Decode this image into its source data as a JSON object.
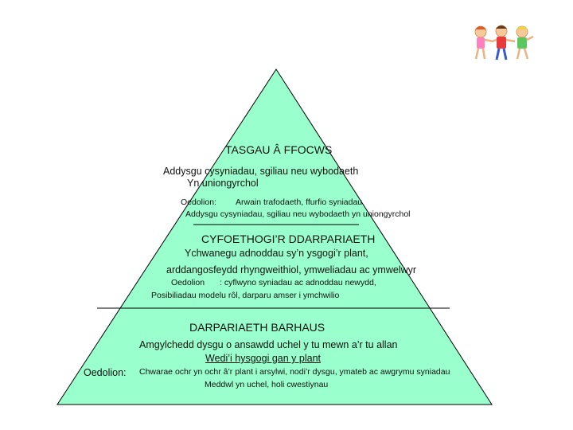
{
  "pyramid": {
    "fill_color": "#99ffcc",
    "stroke_color": "#000000",
    "top_tier": {
      "title": "TASGAU Â FFOCWS",
      "line1": "Addysgu cysyniadau, sgiliau neu wybodaeth",
      "line2": "Yn uniongyrchol",
      "adult_label": "Oedolion:",
      "adult_text1": "Arwain trafodaeth, ffurfio syniadau",
      "adult_text2": "Addysgu cysyniadau, sgiliau neu wybodaeth yn uniongyrchol"
    },
    "middle_tier": {
      "title": "CYFOETHOGI’R DDARPARIAETH",
      "line1": "Ychwanegu adnoddau sy’n ysgogi’r plant,",
      "line2": "arddangosfeydd rhyngweithiol, ymweliadau ac ymwelwyr",
      "adult_label": "Oedolion",
      "adult_text1": ": cyflwyno syniadau ac adnoddau newydd,",
      "adult_text2": "Posibiliadau modelu rôl, darparu amser i ymchwilio"
    },
    "bottom_tier": {
      "title": "DARPARIAETH BARHAUS",
      "line1": "Amgylchedd dysgu o ansawdd uchel y tu mewn a’r tu allan",
      "line2": "Wedi’i hysgogi gan y plant",
      "adult_label": "Oedolion:",
      "adult_text1": "Chwarae ochr yn ochr â’r plant i arsylwi, nodi’r dysgu, ymateb ac awgrymu syniadau",
      "adult_text2": "Meddwl yn uchel, holi cwestiynau"
    }
  },
  "decoration": {
    "icon": "children-holding-hands-icon"
  }
}
